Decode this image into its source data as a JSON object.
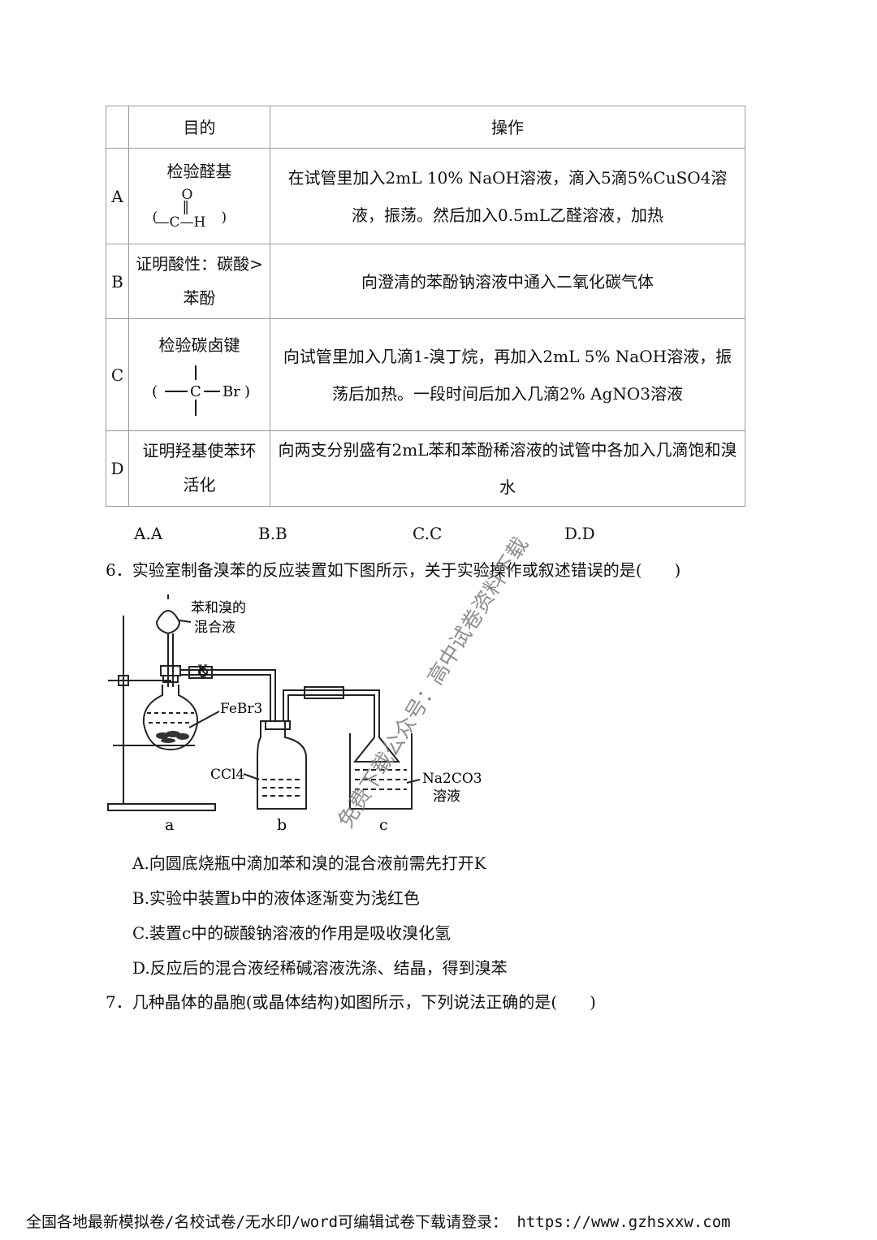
{
  "table": {
    "header": {
      "goal": "目的",
      "op": "操作"
    },
    "rows": [
      {
        "label": "A",
        "goal": "检验醛基",
        "op": "在试管里加入2mL 10% NaOH溶液，滴入5滴5%CuSO4溶液，振荡。然后加入0.5mL乙醛溶液，加热",
        "struct": {
          "o": "O",
          "eq": "‖",
          "ch": "—C—H",
          "lp": "(",
          "rp": ")"
        }
      },
      {
        "label": "B",
        "goal": "证明酸性：碳酸>苯酚",
        "op": "向澄清的苯酚钠溶液中通入二氧化碳气体"
      },
      {
        "label": "C",
        "goal": "检验碳卤键",
        "op": "向试管里加入几滴1-溴丁烷，再加入2mL 5% NaOH溶液，振荡后加热。一段时间后加入几滴2% AgNO3溶液",
        "struct": {
          "c": "C",
          "br": "Br",
          "lp": "(",
          "rp": ")"
        }
      },
      {
        "label": "D",
        "goal": "证明羟基使苯环活化",
        "op": "向两支分别盛有2mL苯和苯酚稀溶液的试管中各加入几滴饱和溴水"
      }
    ]
  },
  "q5_choices": [
    "A.A",
    "B.B",
    "C.C",
    "D.D"
  ],
  "q6": {
    "stem": "6．实验室制备溴苯的反应装置如下图所示，关于实验操作或叙述错误的是(　　)",
    "figure": {
      "mix_label_1": "苯和溴的",
      "mix_label_2": "混合液",
      "k_label": "K",
      "febr3_label": "FeBr3",
      "ccl4_label": "CCl4",
      "na2co3_label": "Na2CO3",
      "solution_label": "溶液",
      "a": "a",
      "b": "b",
      "c": "c"
    },
    "options": [
      "A.向圆底烧瓶中滴加苯和溴的混合液前需先打开K",
      "B.实验中装置b中的液体逐渐变为浅红色",
      "C.装置c中的碳酸钠溶液的作用是吸收溴化氢",
      "D.反应后的混合液经稀碱溶液洗涤、结晶，得到溴苯"
    ]
  },
  "q7": {
    "stem": "7．几种晶体的晶胞(或晶体结构)如图所示，下列说法正确的是(　　)"
  },
  "watermark": "免费下载公众号：高中试卷资料下载",
  "footer": "全国各地最新模拟卷/名校试卷/无水印/word可编辑试卷下载请登录： https://www.gzhsxxw.com"
}
